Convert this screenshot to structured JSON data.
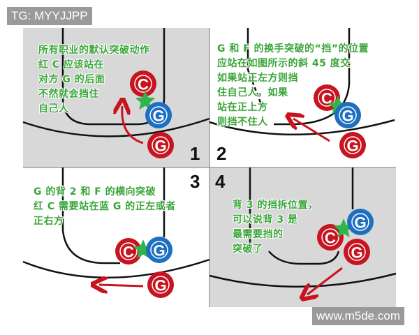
{
  "watermarks": {
    "top_left": "TG: MYYJJPP",
    "bottom_right": "www.m5de.com"
  },
  "tokens": {
    "c": "C",
    "g": "G"
  },
  "colors": {
    "red": "#c8141e",
    "blue": "#1d6fc2",
    "star": "#2fb54a",
    "text_green": "#3aa53a",
    "panel_gray": "#d8d8d8"
  },
  "panels": [
    {
      "number": "1",
      "lines": [
        "所有职业的默认突破动作",
        "红 C 应该站在",
        "对方 G 的后面",
        "不然就会挡住",
        "自己人"
      ]
    },
    {
      "number": "2",
      "lines": [
        "G 和 F 的换手突破的“挡”的位置",
        "应站在如图所示的斜 45 度交",
        "如果站正左方则挡",
        "住自己人，如果",
        "站在正上方",
        "则挡不住人"
      ]
    },
    {
      "number": "3",
      "lines": [
        "G 的背 2 和 F 的横向突破",
        "红 C 需要站在蓝 G 的正左或者",
        "正右方"
      ]
    },
    {
      "number": "4",
      "lines": [
        "背 3 的挡拆位置，",
        "可以说背 3 是",
        "最需要挡的",
        "突破了"
      ]
    }
  ]
}
